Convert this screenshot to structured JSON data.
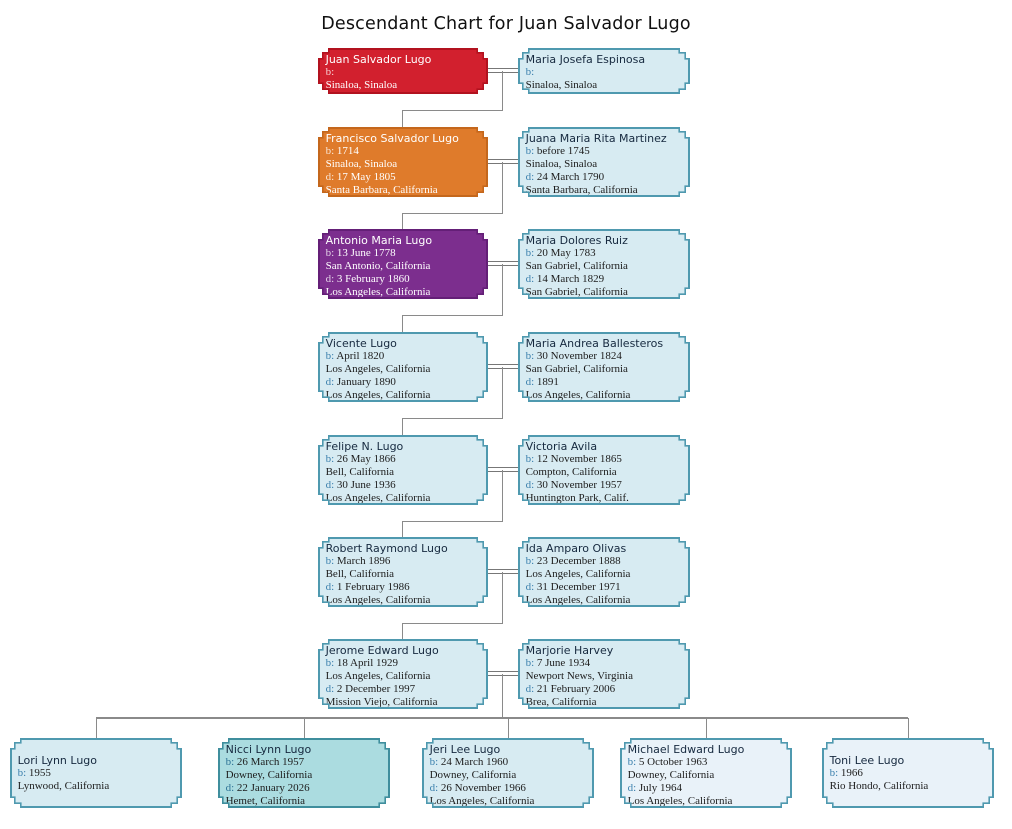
{
  "title": "Descendant Chart for Juan Salvador Lugo",
  "labels": {
    "b": "b:",
    "d": "d:"
  },
  "colors": {
    "generation1_box": "#d2202e",
    "generation2_box": "#df7b2b",
    "generation3_box": "#7c2e8e",
    "default_box_fill": "#d7ebf2",
    "default_box_border": "#4f99af",
    "light_box_fill": "#e9f2f9",
    "selected_box_fill": "#abdce0",
    "connector_line": "#8a8a8a"
  },
  "rows": [
    {
      "left": {
        "name": "Juan Salvador Lugo",
        "b": "",
        "bp": "Sinaloa, Sinaloa"
      },
      "right": {
        "name": "Maria Josefa Espinosa",
        "b": "",
        "bp": "Sinaloa, Sinaloa"
      }
    },
    {
      "left": {
        "name": "Francisco Salvador Lugo",
        "b": "1714",
        "bp": "Sinaloa, Sinaloa",
        "d": "17 May 1805",
        "dp": "Santa Barbara, California"
      },
      "right": {
        "name": "Juana Maria Rita Martinez",
        "b": "before 1745",
        "bp": "Sinaloa, Sinaloa",
        "d": "24 March 1790",
        "dp": "Santa Barbara, California"
      }
    },
    {
      "left": {
        "name": "Antonio Maria Lugo",
        "b": "13 June 1778",
        "bp": "San Antonio, California",
        "d": "3 February 1860",
        "dp": "Los Angeles, California"
      },
      "right": {
        "name": "Maria Dolores Ruiz",
        "b": "20 May 1783",
        "bp": "San Gabriel, California",
        "d": "14 March 1829",
        "dp": "San Gabriel, California"
      }
    },
    {
      "left": {
        "name": "Vicente Lugo",
        "b": "April 1820",
        "bp": "Los Angeles, California",
        "d": "January 1890",
        "dp": "Los Angeles, California"
      },
      "right": {
        "name": "Maria Andrea Ballesteros",
        "b": "30 November 1824",
        "bp": "San Gabriel, California",
        "d": "1891",
        "dp": "Los Angeles, California"
      }
    },
    {
      "left": {
        "name": "Felipe N. Lugo",
        "b": "26 May 1866",
        "bp": "Bell, California",
        "d": "30 June 1936",
        "dp": "Los Angeles, California"
      },
      "right": {
        "name": "Victoria Avila",
        "b": "12 November 1865",
        "bp": "Compton, California",
        "d": "30 November 1957",
        "dp": "Huntington Park, Calif."
      }
    },
    {
      "left": {
        "name": "Robert Raymond Lugo",
        "b": "March 1896",
        "bp": "Bell, California",
        "d": "1 February 1986",
        "dp": "Los Angeles, California"
      },
      "right": {
        "name": "Ida Amparo Olivas",
        "b": "23 December 1888",
        "bp": "Los Angeles, California",
        "d": "31 December 1971",
        "dp": "Los Angeles, California"
      }
    },
    {
      "left": {
        "name": "Jerome Edward Lugo",
        "b": "18 April 1929",
        "bp": "Los Angeles, California",
        "d": "2 December 1997",
        "dp": "Mission Viejo, California"
      },
      "right": {
        "name": "Marjorie Harvey",
        "b": "7 June 1934",
        "bp": "Newport News, Virginia",
        "d": "21 February 2006",
        "dp": "Brea, California"
      }
    }
  ],
  "children": [
    {
      "name": "Lori Lynn Lugo",
      "b": "1955",
      "bp": "Lynwood, California",
      "selected": false
    },
    {
      "name": "Nicci Lynn Lugo",
      "b": "26 March 1957",
      "bp": "Downey, California",
      "d": "22 January 2026",
      "dp": "Hemet, California",
      "selected": true
    },
    {
      "name": "Jeri Lee Lugo",
      "b": "24 March 1960",
      "bp": "Downey, California",
      "d": "26 November 1966",
      "dp": "Los Angeles, California",
      "selected": false
    },
    {
      "name": "Michael Edward Lugo",
      "b": "5 October 1963",
      "bp": "Downey, California",
      "d": "July 1964",
      "dp": "Los Angeles, California",
      "selected": false
    },
    {
      "name": "Toni Lee Lugo",
      "b": "1966",
      "bp": "Rio Hondo, California",
      "selected": false
    }
  ]
}
